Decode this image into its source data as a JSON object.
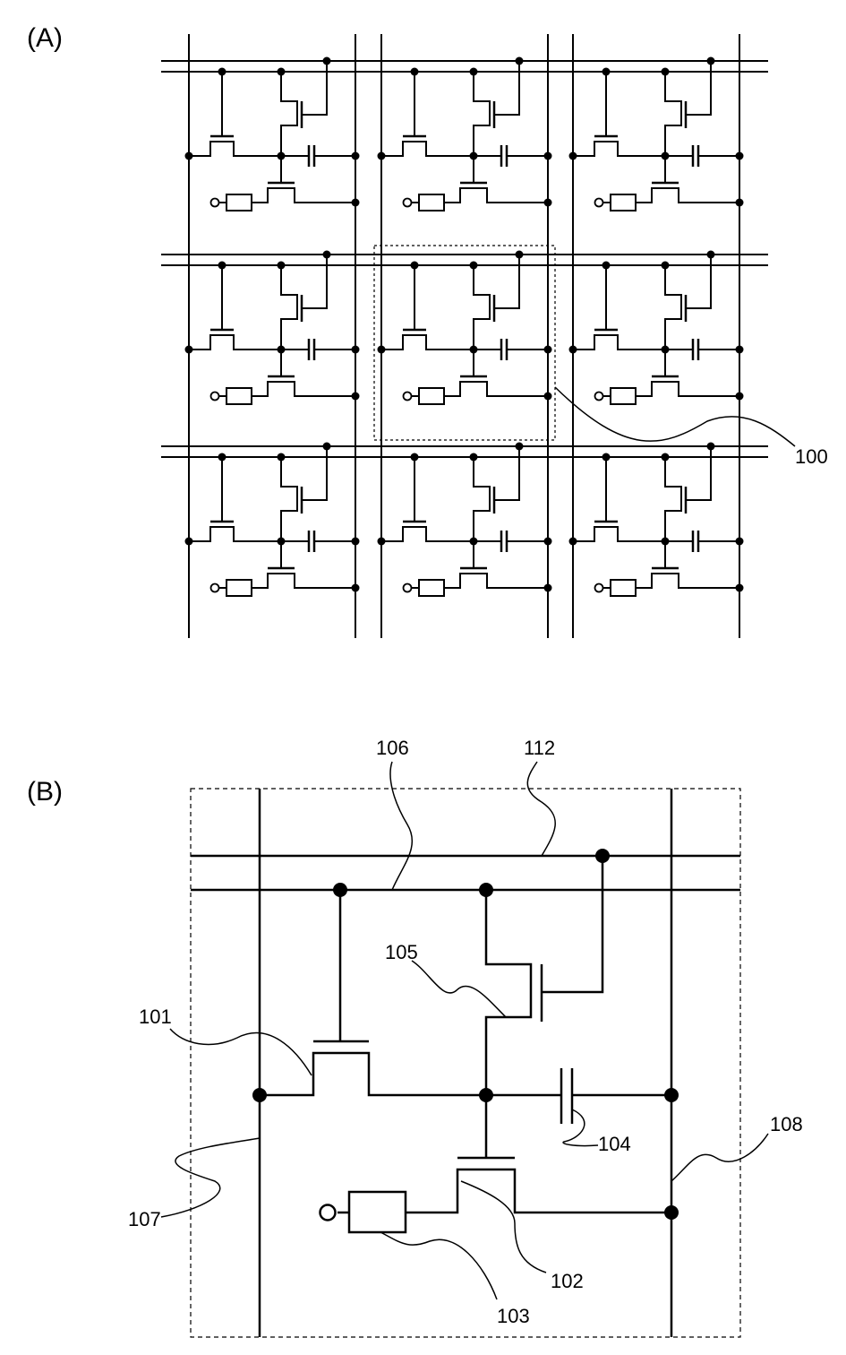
{
  "panel_a": {
    "label": "(A)",
    "ref_label": "100",
    "rows": 3,
    "cols": 3
  },
  "panel_b": {
    "label": "(B)",
    "refs": {
      "r101": "101",
      "r102": "102",
      "r103": "103",
      "r104": "104",
      "r105": "105",
      "r106": "106",
      "r107": "107",
      "r108": "108",
      "r112": "112"
    }
  },
  "colors": {
    "line": "#000000",
    "background": "#ffffff"
  }
}
